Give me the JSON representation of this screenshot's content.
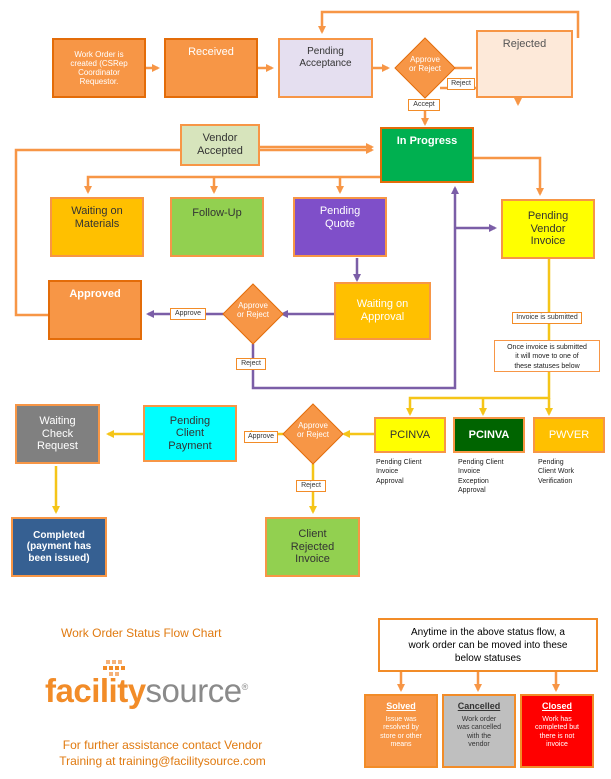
{
  "nodes": {
    "work_order_created": "Work Order is\ncreated (CSRep\nCoordinator\nRequestor.",
    "received": "Received",
    "pending_acceptance": "Pending\nAcceptance",
    "approve_reject_top": "Approve\nor Reject",
    "rejected": "Rejected",
    "vendor_accepted": "Vendor\nAccepted",
    "in_progress": "In Progress",
    "waiting_on_materials": "Waiting on\nMaterials",
    "follow_up": "Follow-Up",
    "pending_quote": "Pending\nQuote",
    "pending_vendor_invoice": "Pending\nVendor\nInvoice",
    "approved": "Approved",
    "approve_reject_mid": "Approve\nor Reject",
    "waiting_on_approval": "Waiting on\nApproval",
    "waiting_check_request": "Waiting\nCheck\nRequest",
    "pending_client_payment": "Pending\nClient\nPayment",
    "approve_reject_bottom": "Approve\nor Reject",
    "pcinva_1": "PCINVA",
    "pcinva_2": "PCINVA",
    "pwver": "PWVER",
    "completed": "Completed\n(payment has\nbeen issued)",
    "client_rejected_invoice": "Client\nRejected\nInvoice"
  },
  "edge_labels": {
    "reject_top": "Reject",
    "accept_top": "Accept",
    "approve_mid": "Approve",
    "reject_mid": "Reject",
    "invoice_submitted": "Invoice is submitted",
    "approve_bottom": "Approve",
    "reject_bottom": "Reject"
  },
  "notes": {
    "invoice_statuses": "Once invoice is submitted\nit will move to one of\nthese statuses below",
    "pcinva_1": "Pending Client\nInvoice\nApproval",
    "pcinva_2": "Pending Client\nInvoice\nException\nApproval",
    "pwver": "Pending\nClient Work\nVerification"
  },
  "footer": {
    "chart_title": "Work Order Status Flow Chart",
    "logo_part1": "facility",
    "logo_part2": "source",
    "logo_mark": "®",
    "contact": "For further assistance contact Vendor\nTraining at training@facilitysource.com"
  },
  "legend": {
    "heading": "Anytime in the above status flow, a\nwork order can be moved into these\nbelow statuses",
    "solved_title": "Solved",
    "solved_desc": "Issue was\nresolved by\nstore or other\nmeans",
    "cancelled_title": "Cancelled",
    "cancelled_desc": "Work order\nwas cancelled\nwith the\nvendor",
    "closed_title": "Closed",
    "closed_desc": "Work has\ncompleted but\nthere is not\ninvoice"
  },
  "colors": {
    "orange": "#f79646",
    "orange_border": "#e36c09",
    "lavender": "#e5dff0",
    "peach": "#fde9d9",
    "light_green": "#d7e4bc",
    "green": "#00b050",
    "gold": "#ffc000",
    "bright_green": "#92d050",
    "purple": "#7f4fc9",
    "yellow": "#ffff00",
    "gray": "#808080",
    "cyan": "#00ffff",
    "dark_green": "#006400",
    "navy": "#366092",
    "red": "#ff0000",
    "arrow_purple": "#7b5ea7",
    "arrow_yellow": "#f5c518"
  }
}
